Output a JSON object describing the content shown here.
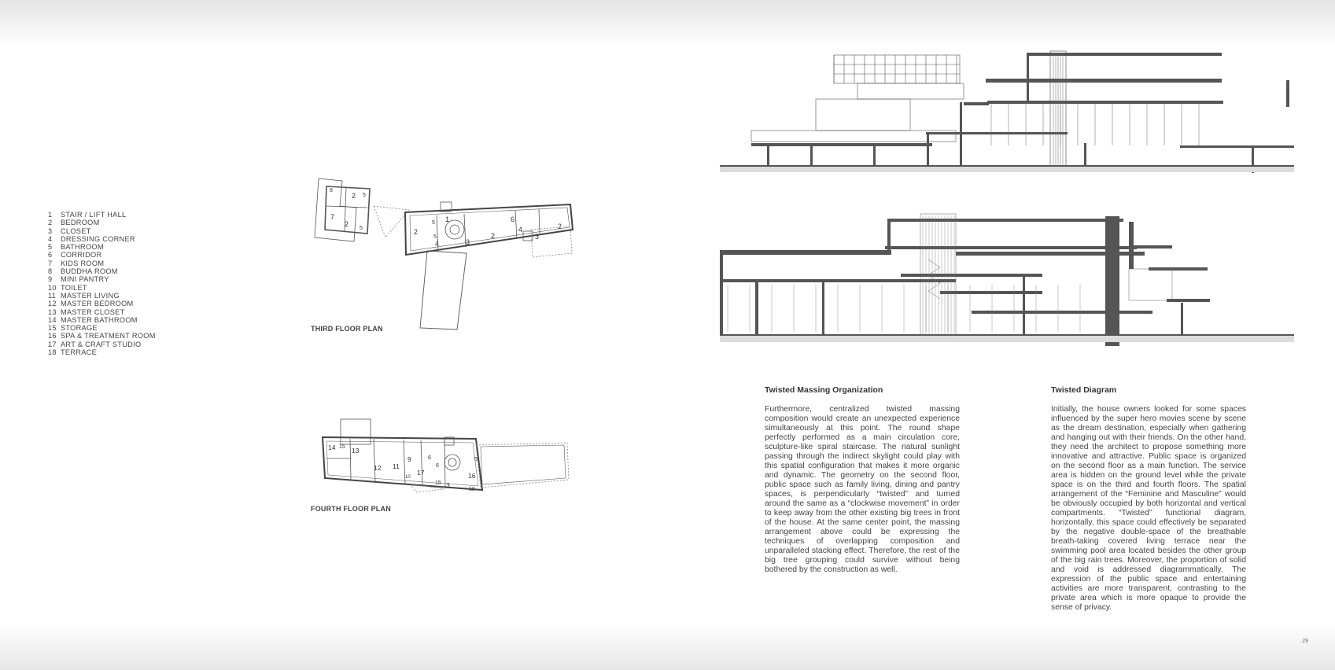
{
  "legend": [
    {
      "num": "1",
      "label": "STAIR / LIFT HALL"
    },
    {
      "num": "2",
      "label": "BEDROOM"
    },
    {
      "num": "3",
      "label": "CLOSET"
    },
    {
      "num": "4",
      "label": "DRESSING CORNER"
    },
    {
      "num": "5",
      "label": "BATHROOM"
    },
    {
      "num": "6",
      "label": "CORRIDOR"
    },
    {
      "num": "7",
      "label": "KIDS ROOM"
    },
    {
      "num": "8",
      "label": "BUDDHA ROOM"
    },
    {
      "num": "9",
      "label": "MINI PANTRY"
    },
    {
      "num": "10",
      "label": "TOILET"
    },
    {
      "num": "11",
      "label": "MASTER LIVING"
    },
    {
      "num": "12",
      "label": "MASTER BEDROOM"
    },
    {
      "num": "13",
      "label": "MASTER CLOSET"
    },
    {
      "num": "14",
      "label": "MASTER BATHROOM"
    },
    {
      "num": "15",
      "label": "STORAGE"
    },
    {
      "num": "16",
      "label": "SPA & TREATMENT ROOM"
    },
    {
      "num": "17",
      "label": "ART & CRAFT STUDIO"
    },
    {
      "num": "18",
      "label": "TERRACE"
    }
  ],
  "plans": {
    "third_caption": "THIRD FLOOR PLAN",
    "fourth_caption": "FOURTH FLOOR PLAN",
    "third_labels": [
      "2",
      "8",
      "5",
      "7",
      "2",
      "5",
      "5",
      "1",
      "2",
      "5",
      "4",
      "3",
      "2",
      "6",
      "4",
      "3",
      "2"
    ],
    "fourth_labels": [
      "14",
      "15",
      "13",
      "12",
      "11",
      "9",
      "6",
      "17",
      "10",
      "6",
      "16",
      "5",
      "15",
      "3",
      "18"
    ]
  },
  "article1": {
    "heading": "Twisted Massing Organization",
    "body": "Furthermore, centralized twisted massing composition would create an unexpected experience simultaneously at this point. The round shape perfectly performed as a main circulation core, sculpture-like spiral staircase. The natural sunlight passing through the indirect skylight could play with this spatial configuration that makes it more organic and dynamic. The geometry on the second floor, public space such as family living, dining and pantry spaces, is perpendicularly “twisted” and turned around the same as a “clockwise movement” in order to keep away from the other existing big trees in front of the house. At the same center point, the massing arrangement above could be expressing the techniques of overlapping composition and unparalleled stacking effect. Therefore, the rest of the big tree grouping could survive without being bothered by the construction as well."
  },
  "article2": {
    "heading": "Twisted Diagram",
    "body": "Initially, the house owners looked for some spaces influenced by the super hero movies scene by scene as the dream destination, especially when gathering and hanging out with their friends. On the other hand, they need the architect to propose something more innovative and attractive. Public space is organized on the second floor as a main function. The service area is hidden on the ground level while the private space is on the third and fourth floors. The spatial arrangement of the “Feminine and Masculine” would be obviously occupied by both horizontal and vertical compartments. “Twisted” functional diagram, horizontally, this space could effectively be separated by the negative double-space of the breathable breath-taking covered living terrace near the swimming pool area located besides the other group of the big rain trees. Moreover, the proportion of solid and void is addressed diagrammatically. The expression of the public space and entertaining activities are more transparent, contrasting to the private area which is more opaque to provide the sense of privacy."
  },
  "page_number": "29"
}
